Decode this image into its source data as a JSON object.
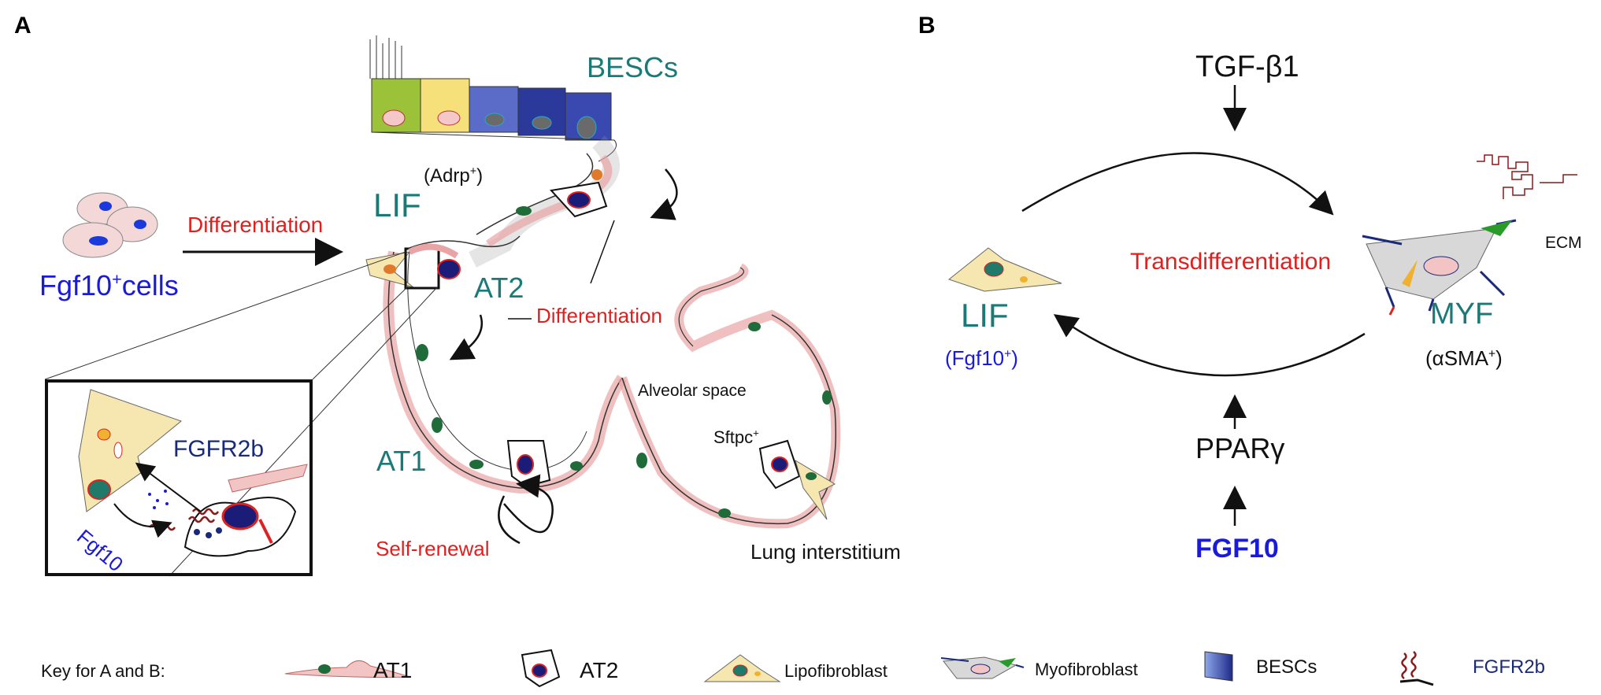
{
  "panel_a": {
    "letter": "A",
    "besc_label": "BESCs",
    "lif_label": "LIF",
    "adrp_label": "(Adrp",
    "adrp_sup": "+",
    "adrp_close": ")",
    "fgf10_cells_prefix": "Fgf10",
    "fgf10_cells_sup": "+",
    "fgf10_cells_suffix": "cells",
    "differentiation_1": "Differentiation",
    "differentiation_2": "Differentiation",
    "at2_label": "AT2",
    "at1_label": "AT1",
    "alveolar_space": "Alveolar space",
    "sftpc_label": "Sftpc",
    "sftpc_sup": "+",
    "self_renewal": "Self-renewal",
    "lung_interstitium": "Lung interstitium",
    "inset": {
      "fgfr2b_label": "FGFR2b",
      "fgf10_label": "Fgf10"
    }
  },
  "panel_b": {
    "letter": "B",
    "tgf_label": "TGF-β1",
    "transdifferentiation": "Transdifferentiation",
    "lif_label": "LIF",
    "lif_sub": "(Fgf10",
    "lif_sub_sup": "+",
    "lif_sub_close": ")",
    "myf_label": "MYF",
    "myf_sub": "(αSMA",
    "myf_sub_sup": "+",
    "myf_sub_close": ")",
    "ecm_label": "ECM",
    "ppar_label": "PPARγ",
    "fgf10_label": "FGF10"
  },
  "key": {
    "title": "Key for A and B:",
    "items": [
      {
        "label": "AT1",
        "icon": "at1-cell-icon"
      },
      {
        "label": "AT2",
        "icon": "at2-cell-icon"
      },
      {
        "label": "Lipofibroblast",
        "icon": "lipofibroblast-icon"
      },
      {
        "label": "Myofibroblast",
        "icon": "myofibroblast-icon"
      },
      {
        "label": "BESCs",
        "icon": "besc-cell-icon"
      },
      {
        "label": "FGFR2b",
        "icon": "fgfr2b-receptor-icon"
      }
    ]
  },
  "colors": {
    "teal": "#1b7a77",
    "red": "#e0201e",
    "blue": "#1a1adb",
    "navy": "#1a2a7a",
    "at1_pink": "#f3c4c4",
    "lipo_yellow": "#f6e7b0",
    "nucleus_green": "#1f6b3a",
    "nucleus_navy": "#1b1b78",
    "besc_blue": "#2b3a9a",
    "receptor_red": "#8b1a1a"
  }
}
